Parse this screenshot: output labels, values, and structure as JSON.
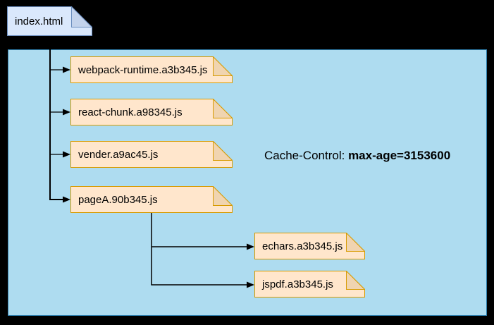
{
  "diagram": {
    "root_node": {
      "label": "index.html"
    },
    "files": [
      {
        "label": "webpack-runtime.a3b345.js"
      },
      {
        "label": "react-chunk.a98345.js"
      },
      {
        "label": "vender.a9ac45.js"
      },
      {
        "label": "pageA.90b345.js"
      },
      {
        "label": "echars.a3b345.js"
      },
      {
        "label": "jspdf.a3b345.js"
      }
    ],
    "annotation": {
      "prefix": "Cache-Control: ",
      "value": "max-age=3153600"
    },
    "edges": [
      {
        "from": "index.html",
        "to": "webpack-runtime.a3b345.js"
      },
      {
        "from": "index.html",
        "to": "react-chunk.a98345.js"
      },
      {
        "from": "index.html",
        "to": "vender.a9ac45.js"
      },
      {
        "from": "index.html",
        "to": "pageA.90b345.js"
      },
      {
        "from": "pageA.90b345.js",
        "to": "echars.a3b345.js"
      },
      {
        "from": "pageA.90b345.js",
        "to": "jspdf.a3b345.js"
      }
    ],
    "colors": {
      "canvas-bg": "#000000",
      "container-fill": "#aedcf0",
      "container-stroke": "#2e7fae",
      "file-fill": "#ffe6cc",
      "file-fold": "#f0d4b0",
      "file-stroke": "#d79b00",
      "root-fill": "#dae8fc",
      "root-fold": "#c3d3ec",
      "root-stroke": "#6c8ebf",
      "edge": "#000000",
      "text": "#000000"
    }
  }
}
